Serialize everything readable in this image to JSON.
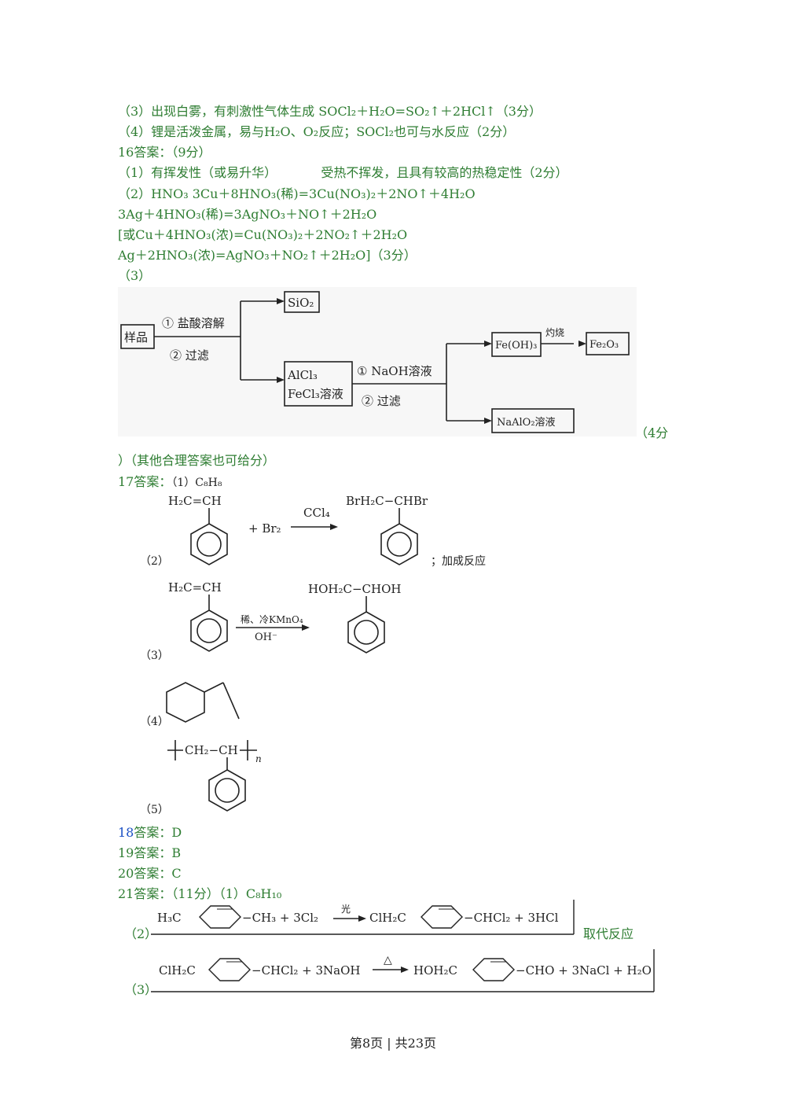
{
  "q15": {
    "l3": "（3）出现白雾，有刺激性气体生成 SOCl₂＋H₂O=SO₂↑＋2HCl↑（3分）",
    "l4": "（4）锂是活泼金属，易与H₂O、O₂反应；SOCl₂也可与水反应（2分）"
  },
  "q16": {
    "head": "16答案：（9分）",
    "l1a": "（1）有挥发性（或易升华）",
    "l1b": "受热不挥发，且具有较高的热稳定性（2分）",
    "l2a": "（2）HNO₃ 3Cu＋8HNO₃(稀)=3Cu(NO₃)₂＋2NO↑＋4H₂O",
    "l2b": "3Ag＋4HNO₃(稀)=3AgNO₃＋NO↑＋2H₂O",
    "l2c": "[或Cu＋4HNO₃(浓)=Cu(NO₃)₂＋2NO₂↑＋2H₂O",
    "l2d": "Ag＋2HNO₃(浓)=AgNO₃＋NO₂↑＋2H₂O]（3分）",
    "l3": "（3）",
    "score_a": "（4分",
    "score_b": "）（其他合理答案也可给分）"
  },
  "flow": {
    "sample": "样品",
    "step1": "① 盐酸溶解",
    "step2": "② 过滤",
    "sio2": "SiO₂",
    "alcl3": "AlCl₃",
    "fecl3": "FeCl₃溶液",
    "naoh": "① NaOH溶液",
    "filter2": "② 过滤",
    "feoh": "Fe(OH)₃",
    "burn": "灼烧",
    "fe2o3": "Fe₂O₃",
    "naalo2": "NaAlO₂溶液"
  },
  "q17": {
    "head": "17答案：",
    "l1": "（1）C₈H₈",
    "n2": "（2）",
    "n3": "（3）",
    "n4": "（4）",
    "n5": "（5）",
    "vinyl": "H₂C=CH",
    "br2": "+ Br₂",
    "ccl4": "CCl₄",
    "dibromo": "BrH₂C−CHBr",
    "addition": "；加成反应",
    "kmno4": "稀、冷KMnO₄",
    "oh": "OH⁻",
    "diol": "HOH₂C−CHOH",
    "polymer_a": "CH₂−CH",
    "polymer_n": "n"
  },
  "q18": {
    "num": "18",
    "rest": "答案：D"
  },
  "q19": "19答案：B",
  "q20": "20答案：C",
  "q21": {
    "head": "21答案：（11分）（1）C₈H₁₀",
    "n2": "（2）",
    "n3": "（3）",
    "r2_left": "H₃C",
    "r2_mid": "−CH₃ + 3Cl₂",
    "light": "光",
    "r2_p1": "ClH₂C",
    "r2_p2": "−CHCl₂ + 3HCl",
    "substitution": "取代反应",
    "r3_left": "ClH₂C",
    "r3_mid": "−CHCl₂ + 3NaOH",
    "heat": "△",
    "r3_p1": "HOH₂C",
    "r3_p2": "−CHO + 3NaCl + H₂O"
  },
  "footer": "第8页 | 共23页"
}
